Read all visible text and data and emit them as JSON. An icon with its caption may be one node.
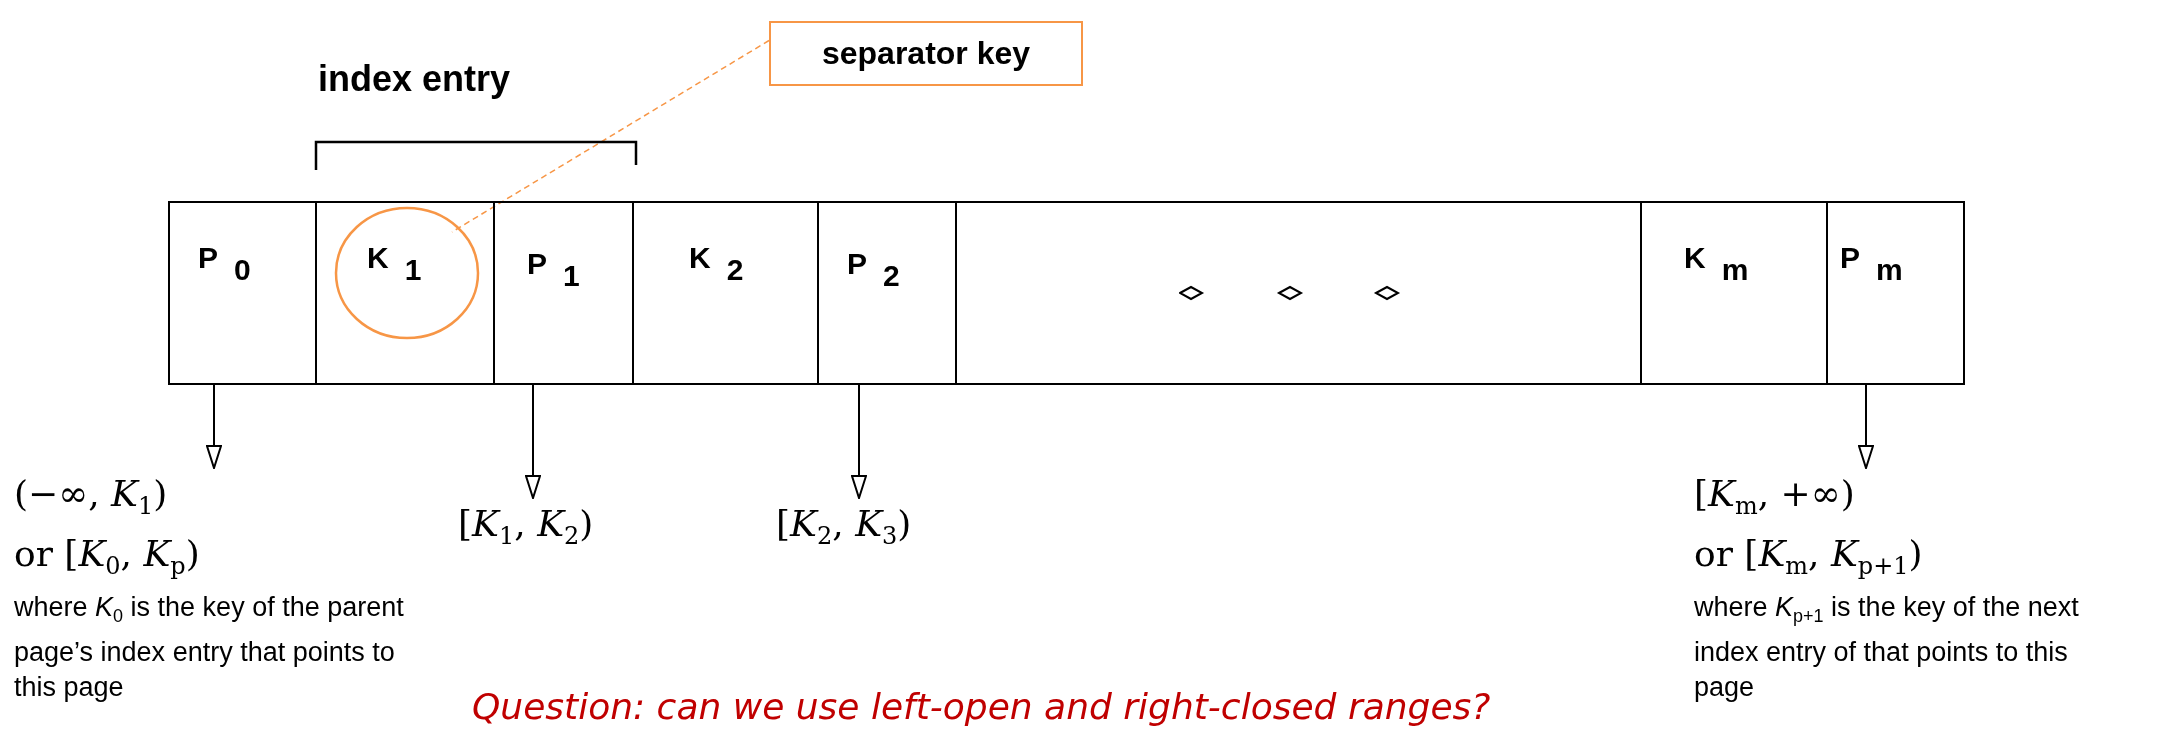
{
  "diagram": {
    "nodes": [
      {
        "text": [
          "separator key"
        ]
      },
      {
        "text": [
          "P$_{0}$"
        ]
      },
      {
        "text": [
          "K$_{1}$"
        ]
      },
      {
        "text": [
          "P$_{1}$"
        ]
      },
      {
        "text": [
          "K$_{2}$"
        ]
      },
      {
        "text": [
          "P$_{2}$"
        ]
      },
      {
        "text": [],
        "shape": "box"
      },
      {
        "text": [
          "K$_{m}$"
        ]
      },
      {
        "text": [
          "P$_{m}$"
        ]
      },
      {
        "text": [
          "(−∞, *K*$_{1}$)",
          "or [*K*$_{0}$, *K*$_{p}$)",
          "where *K*$_{0}$ is the key of the parent page’s index entry that points to this page"
        ]
      },
      {
        "text": [
          "[*K*$_{1}$, *K*$_{2}$)"
        ]
      },
      {
        "text": [
          "[*K*$_{2}$, *K*$_{3}$)"
        ]
      },
      {
        "text": [
          "[*K*$_{m}$, +∞)",
          "or [*K*$_{m}$, *K*$_{p+1}$)",
          "where *K*$_{p+1}$ is the key of the next index entry of that points to this page"
        ]
      }
    ],
    "edges": [
      {
        "from": 0,
        "to": 2,
        "arrow": "none",
        "style": "dashed",
        "color": "#f79646"
      },
      {
        "from": 1,
        "to": 9,
        "arrow": "to"
      },
      {
        "from": 3,
        "to": 10,
        "arrow": "to"
      },
      {
        "from": 5,
        "to": 11,
        "arrow": "to"
      },
      {
        "from": 8,
        "to": 12,
        "arrow": "to"
      }
    ],
    "labels": [
      "index entry",
      "Question: can we use left-open and right-closed ranges?"
    ]
  }
}
